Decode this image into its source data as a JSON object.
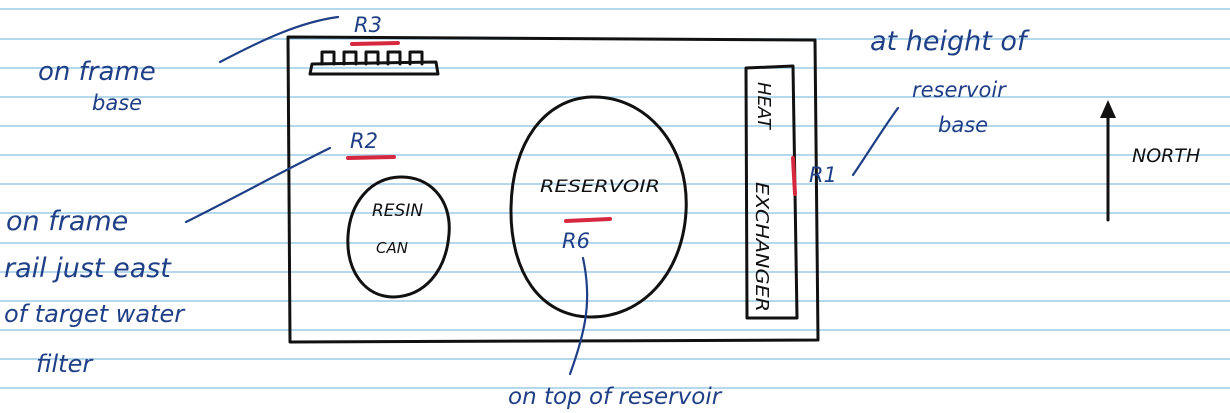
{
  "colors": {
    "paper": "#ffffff",
    "ruled_line": "#9ecbe6",
    "black_ink": "#111111",
    "blue_ink": "#1f3f86",
    "red_marker": "#d7283f"
  },
  "frame_labels": {
    "resin_can_line1": "RESIN",
    "resin_can_line2": "CAN",
    "reservoir": "RESERVOIR",
    "heat_exchanger_line1": "HEAT",
    "heat_exchanger_line2": "EXCHANGER",
    "north": "NORTH"
  },
  "sensors": {
    "r3": "R3",
    "r2": "R2",
    "r6": "R6",
    "r1": "R1"
  },
  "notes": {
    "r3_line1": "on frame",
    "r3_line2": "base",
    "r2_line1": "on frame",
    "r2_line2": "rail just east",
    "r2_line3": "of target water",
    "r2_line4": "filter",
    "r6": "on top of reservoir",
    "r1_line1": "at height of",
    "r1_line2": "reservoir",
    "r1_line3": "base"
  }
}
